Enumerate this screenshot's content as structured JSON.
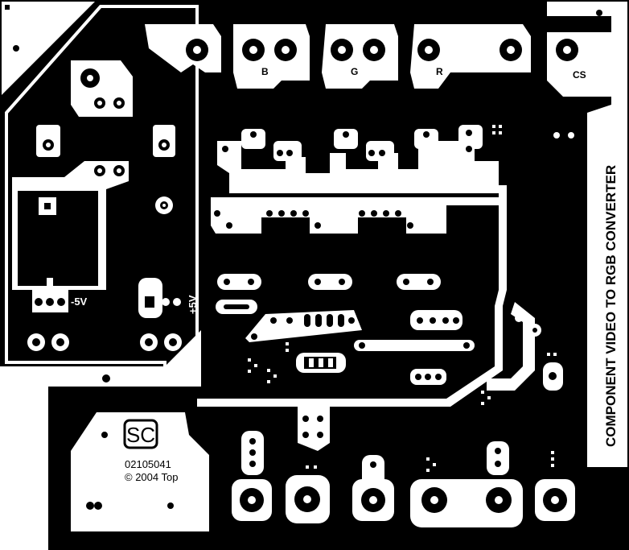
{
  "board": {
    "title": "COMPONENT VIDEO TO RGB CONVERTER",
    "logo_text": "SC",
    "part_number": "02105041",
    "copyright": "© 2004 Top"
  },
  "labels": {
    "b": "B",
    "g": "G",
    "r": "R",
    "cs": "CS",
    "minus5v": "-5V",
    "plus5v": "+5V"
  },
  "colors": {
    "copper": "#000000",
    "substrate": "#ffffff"
  }
}
